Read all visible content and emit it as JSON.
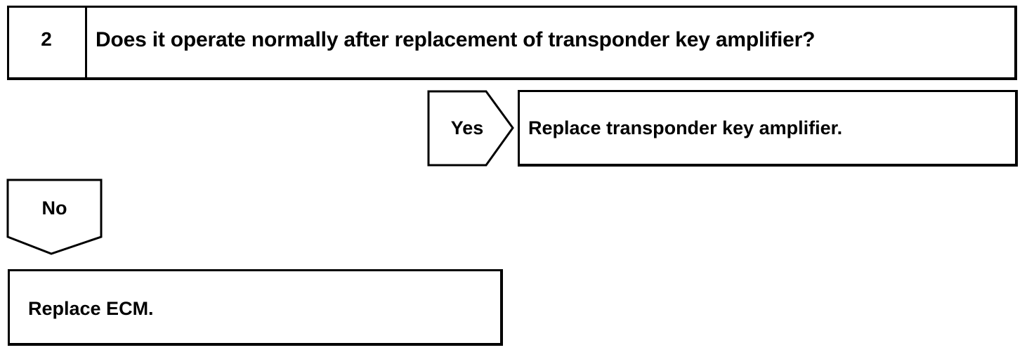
{
  "step": {
    "number": "2",
    "question": "Does it operate normally after replacement of transponder key amplifier?"
  },
  "yes_branch": {
    "label": "Yes",
    "action": "Replace transponder key amplifier."
  },
  "no_branch": {
    "label": "No",
    "action": "Replace ECM."
  }
}
